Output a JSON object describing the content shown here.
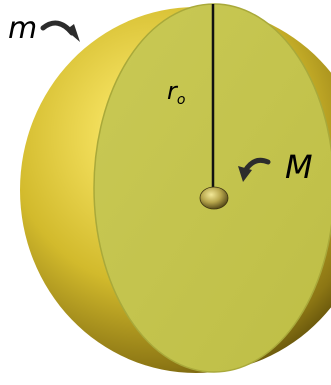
{
  "labels": {
    "small_mass": "m",
    "large_mass": "M",
    "radius_main": "r",
    "radius_subscript": "o"
  },
  "colors": {
    "face": "#c4c44e",
    "shell_light": "#f6ec7a",
    "shell_mid": "#dcc638",
    "shell_dark": "#5c4c08",
    "rod": "#111111",
    "arrow": "#2c2c2c",
    "text": "#000000"
  },
  "icons": {
    "small_mass_arrow": "curved-arrow-icon",
    "large_mass_arrow": "curved-arrow-icon"
  }
}
